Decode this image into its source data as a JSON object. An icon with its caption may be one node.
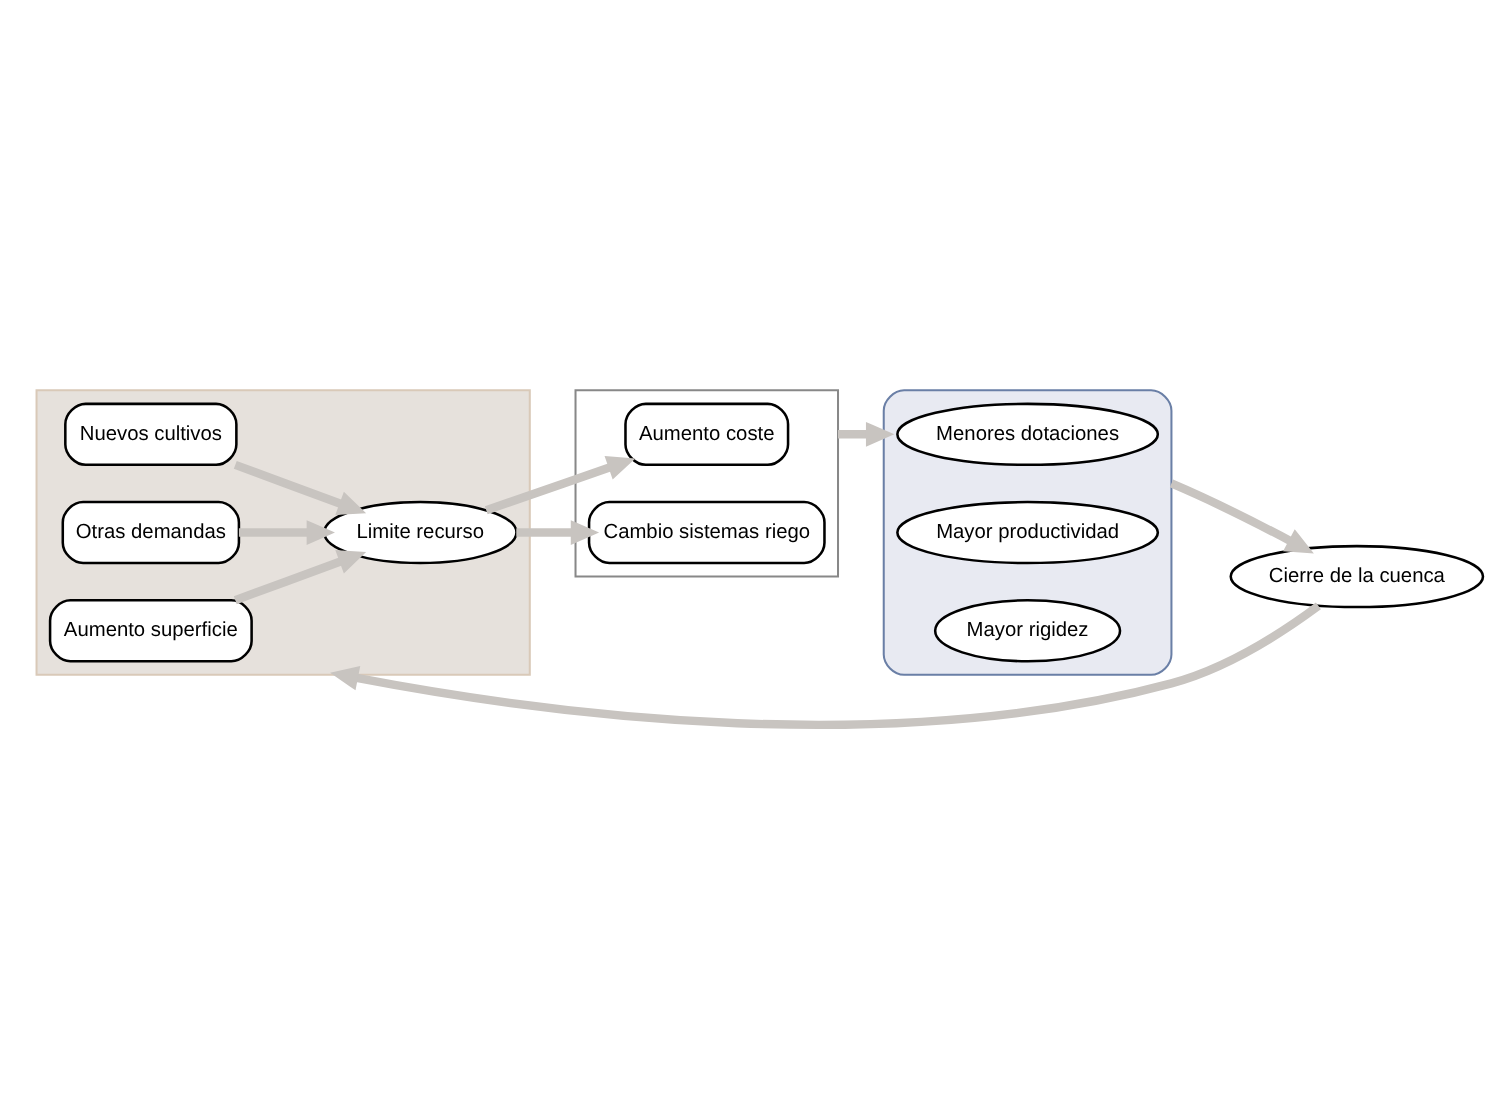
{
  "diagram": {
    "nodes": [
      {
        "text": [],
        "shape": "box"
      },
      {
        "text": [
          "Aumento superficie"
        ],
        "in": 0
      },
      {
        "text": [
          "Nuevos cultivos"
        ],
        "in": 0
      },
      {
        "text": [
          "Otras demandas"
        ],
        "in": 0
      },
      {
        "text": [
          "Limite recurso"
        ],
        "in": 0
      },
      {
        "text": [],
        "shape": "box"
      },
      {
        "text": [
          "Aumento coste"
        ],
        "in": 5
      },
      {
        "text": [
          "Cambio sistemas riego"
        ],
        "in": 5
      },
      {
        "text": [],
        "shape": "box"
      },
      {
        "text": [
          "Menores dotaciones"
        ],
        "in": 8
      },
      {
        "text": [
          "Mayor productividad"
        ],
        "in": 8
      },
      {
        "text": [
          "Mayor rigidez"
        ],
        "in": 8
      },
      {
        "text": [
          "Cierre de la cuenca"
        ]
      }
    ],
    "edges": [
      {
        "from": 1,
        "to": 4,
        "arrow": "to"
      },
      {
        "from": 2,
        "to": 4,
        "arrow": "to"
      },
      {
        "from": 3,
        "to": 4,
        "arrow": "to"
      },
      {
        "from": 4,
        "to": 6,
        "arrow": "to"
      },
      {
        "from": 4,
        "to": 7,
        "arrow": "to"
      },
      {
        "from": 5,
        "to": 8,
        "arrow": "to"
      },
      {
        "from": 8,
        "to": 12,
        "arrow": "to"
      },
      {
        "from": 12,
        "to": 0,
        "arrow": "to"
      }
    ]
  }
}
